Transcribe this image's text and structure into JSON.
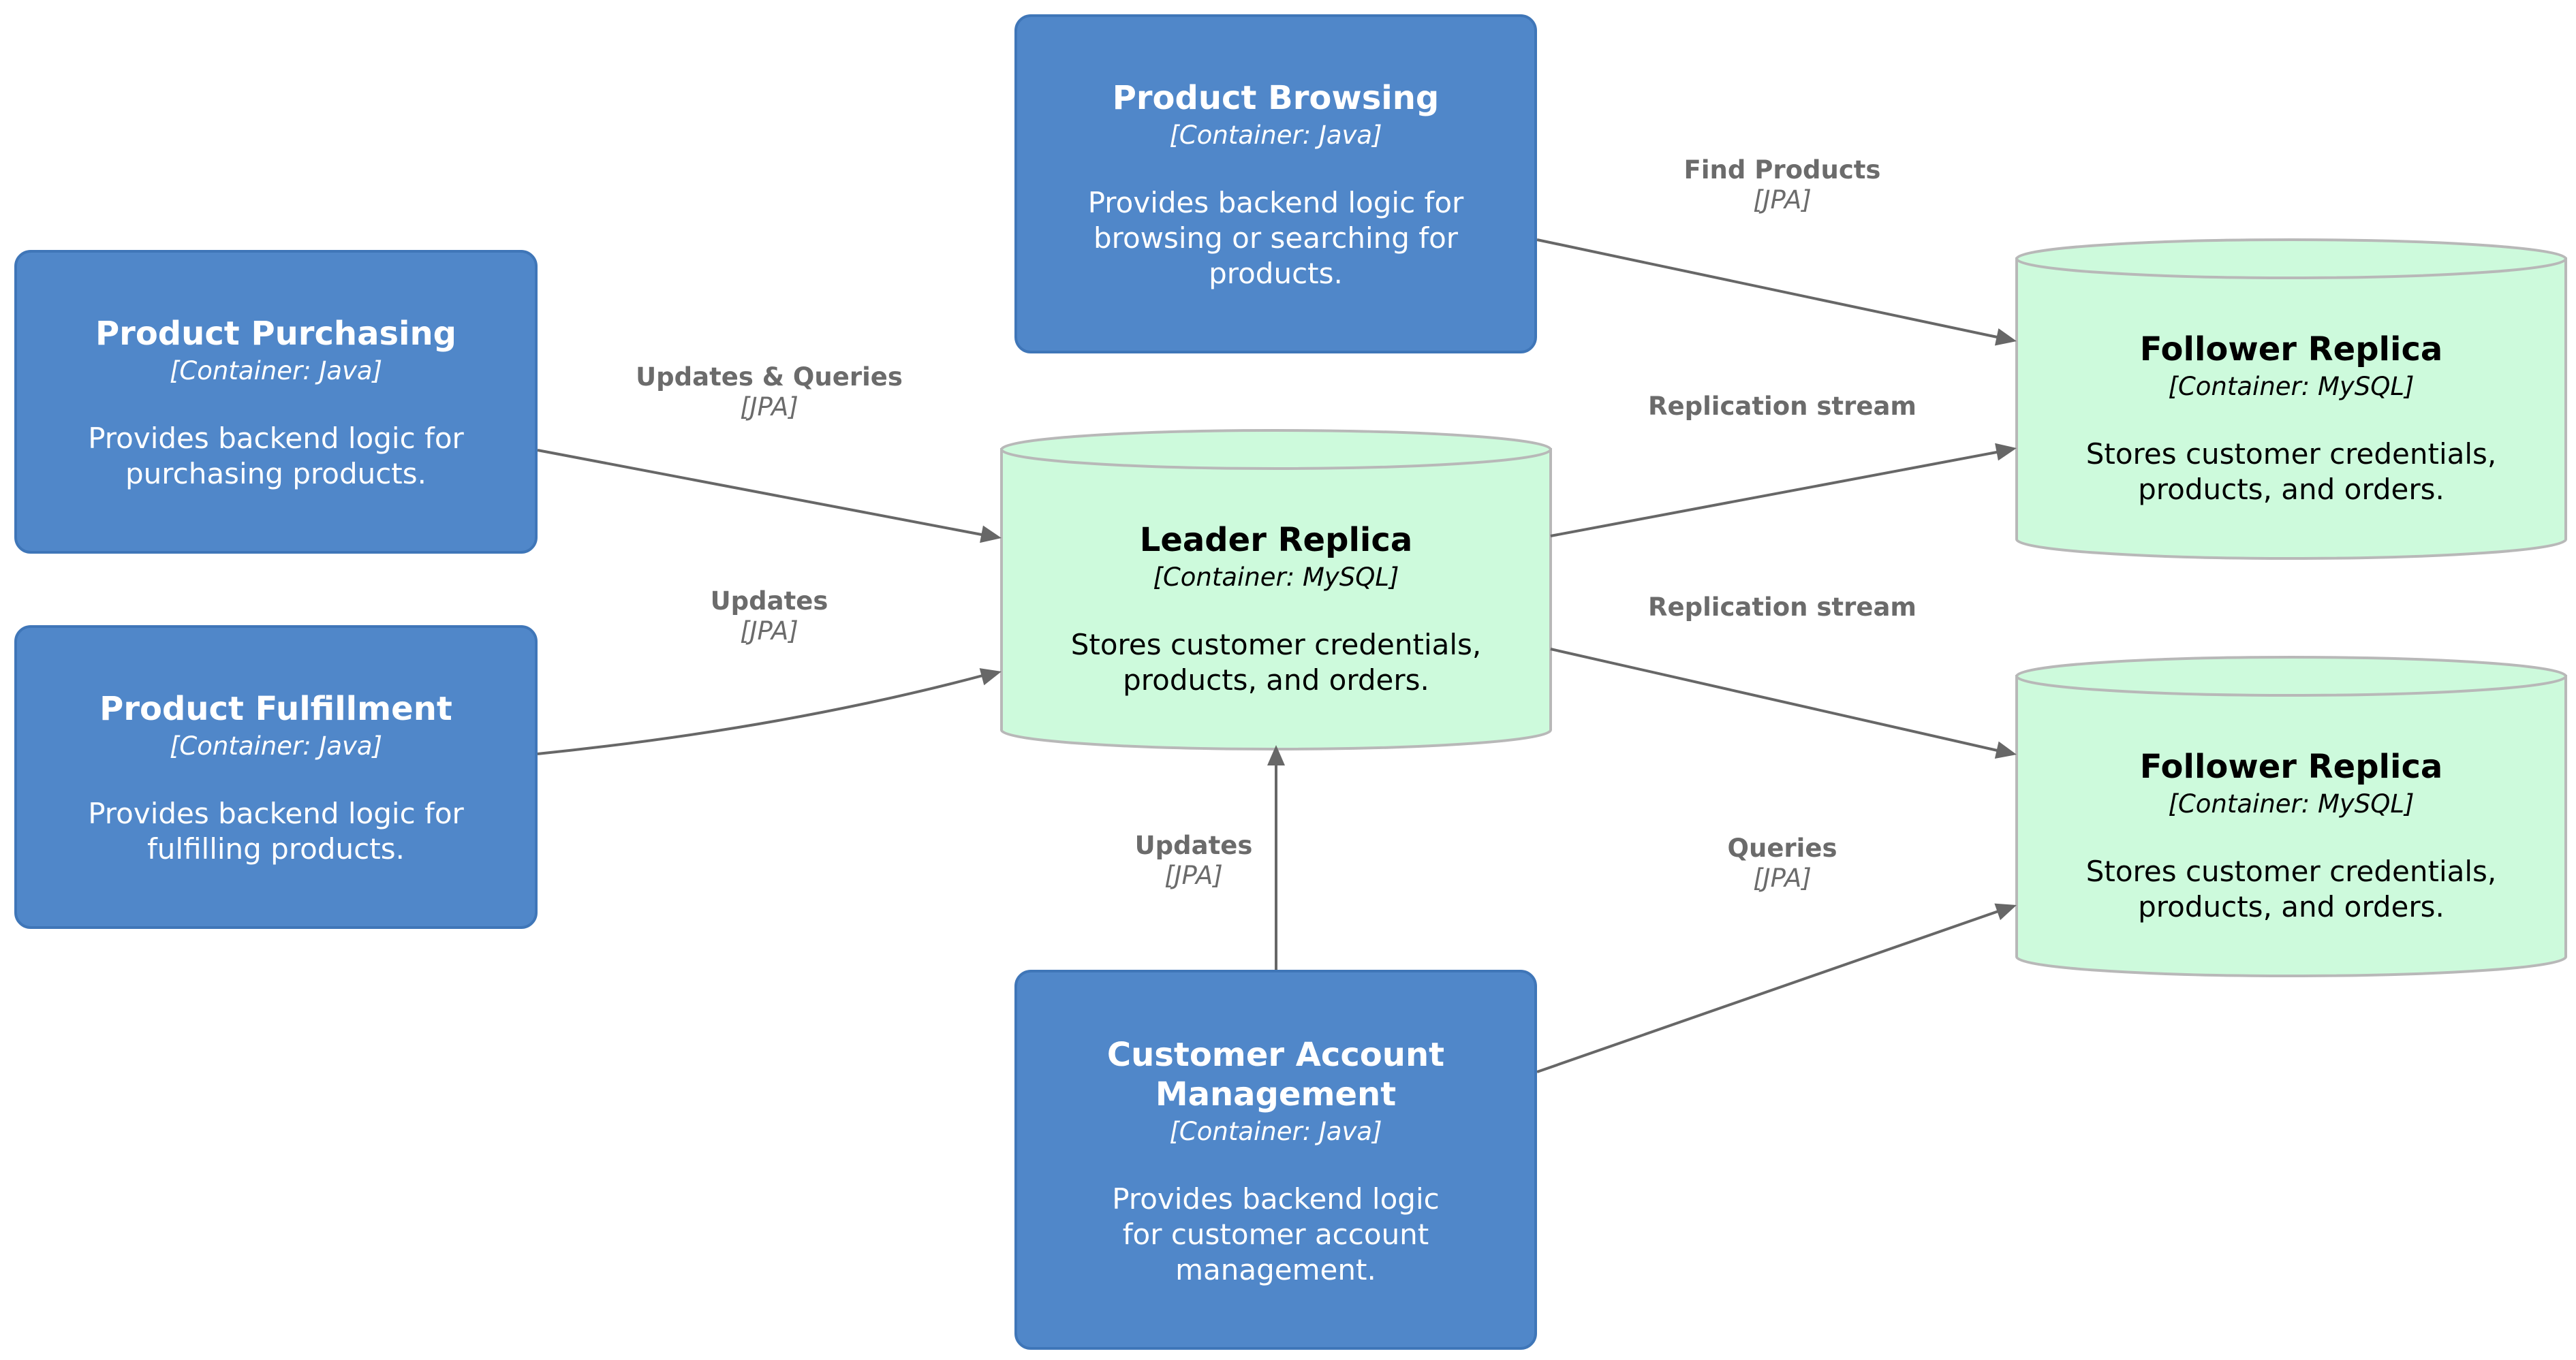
{
  "colors": {
    "container_fill": "#5087c9",
    "container_border": "#3f76b8",
    "database_fill": "#cdfadc",
    "database_border": "#b8b8b8",
    "arrow": "#676767",
    "relationship_text": "#6b6b6b"
  },
  "elements": {
    "product_browsing": {
      "title": "Product Browsing",
      "tech": "[Container: Java]",
      "desc": "Provides backend logic for browsing or searching for products."
    },
    "product_purchasing": {
      "title": "Product Purchasing",
      "tech": "[Container: Java]",
      "desc": "Provides backend logic for purchasing products."
    },
    "product_fulfillment": {
      "title": "Product Fulfillment",
      "tech": "[Container: Java]",
      "desc": "Provides backend logic for fulfilling products."
    },
    "customer_account": {
      "title": "Customer Account Management",
      "tech": "[Container: Java]",
      "desc": "Provides backend logic for customer account management."
    },
    "leader_replica": {
      "title": "Leader Replica",
      "tech": "[Container: MySQL]",
      "desc": "Stores customer credentials, products, and orders."
    },
    "follower_replica_1": {
      "title": "Follower Replica",
      "tech": "[Container: MySQL]",
      "desc": "Stores customer credentials, products, and orders."
    },
    "follower_replica_2": {
      "title": "Follower Replica",
      "tech": "[Container: MySQL]",
      "desc": "Stores customer credentials, products, and orders."
    }
  },
  "relationships": {
    "browsing_find": {
      "label": "Find Products",
      "tech": "[JPA]"
    },
    "purchasing_updates": {
      "label": "Updates & Queries",
      "tech": "[JPA]"
    },
    "fulfillment_updates": {
      "label": "Updates",
      "tech": "[JPA]"
    },
    "account_updates": {
      "label": "Updates",
      "tech": "[JPA]"
    },
    "replication_1": {
      "label": "Replication stream"
    },
    "replication_2": {
      "label": "Replication stream"
    },
    "account_queries": {
      "label": "Queries",
      "tech": "[JPA]"
    }
  }
}
